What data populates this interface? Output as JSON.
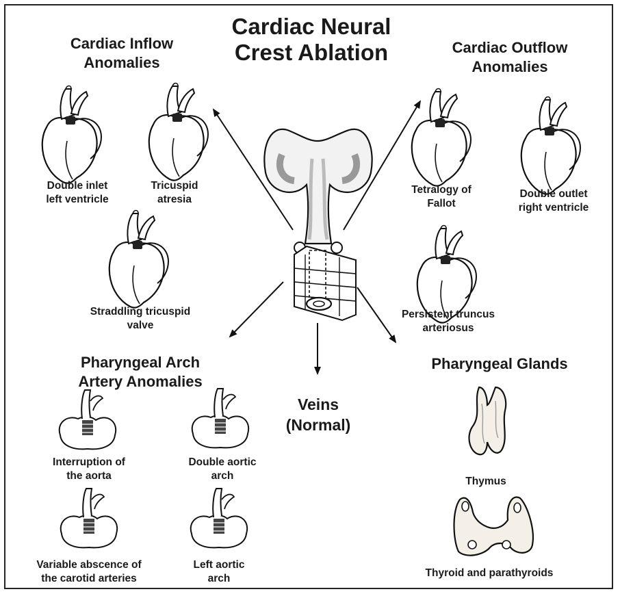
{
  "title": [
    "Cardiac Neural",
    "Crest Ablation"
  ],
  "sections": {
    "inflow": [
      "Cardiac Inflow",
      "Anomalies"
    ],
    "outflow": [
      "Cardiac Outflow",
      "Anomalies"
    ],
    "arch": [
      "Pharyngeal Arch",
      "Artery Anomalies"
    ],
    "glands": "Pharyngeal Glands",
    "veins": [
      "Veins",
      "(Normal)"
    ]
  },
  "captions": {
    "double_inlet": [
      "Double inlet",
      "left ventricle"
    ],
    "tricuspid_atresia": [
      "Tricuspid",
      "atresia"
    ],
    "straddling": [
      "Straddling tricuspid",
      "valve"
    ],
    "tetralogy": [
      "Tetralogy of",
      "Fallot"
    ],
    "double_outlet": [
      "Double outlet",
      "right ventricle"
    ],
    "truncus": [
      "Persistent truncus",
      "arteriosus"
    ],
    "interruption": [
      "Interruption of",
      "the aorta"
    ],
    "double_arch": [
      "Double aortic",
      "arch"
    ],
    "carotid": [
      "Variable abscence of",
      "the carotid arteries"
    ],
    "left_arch": [
      "Left aortic",
      "arch"
    ],
    "thymus": "Thymus",
    "thyroid": "Thyroid and parathyroids"
  },
  "icons": [
    "heart-icon",
    "aortic-arch-icon",
    "thymus-icon",
    "thyroid-icon",
    "embryo-icon",
    "arrow-icon"
  ]
}
